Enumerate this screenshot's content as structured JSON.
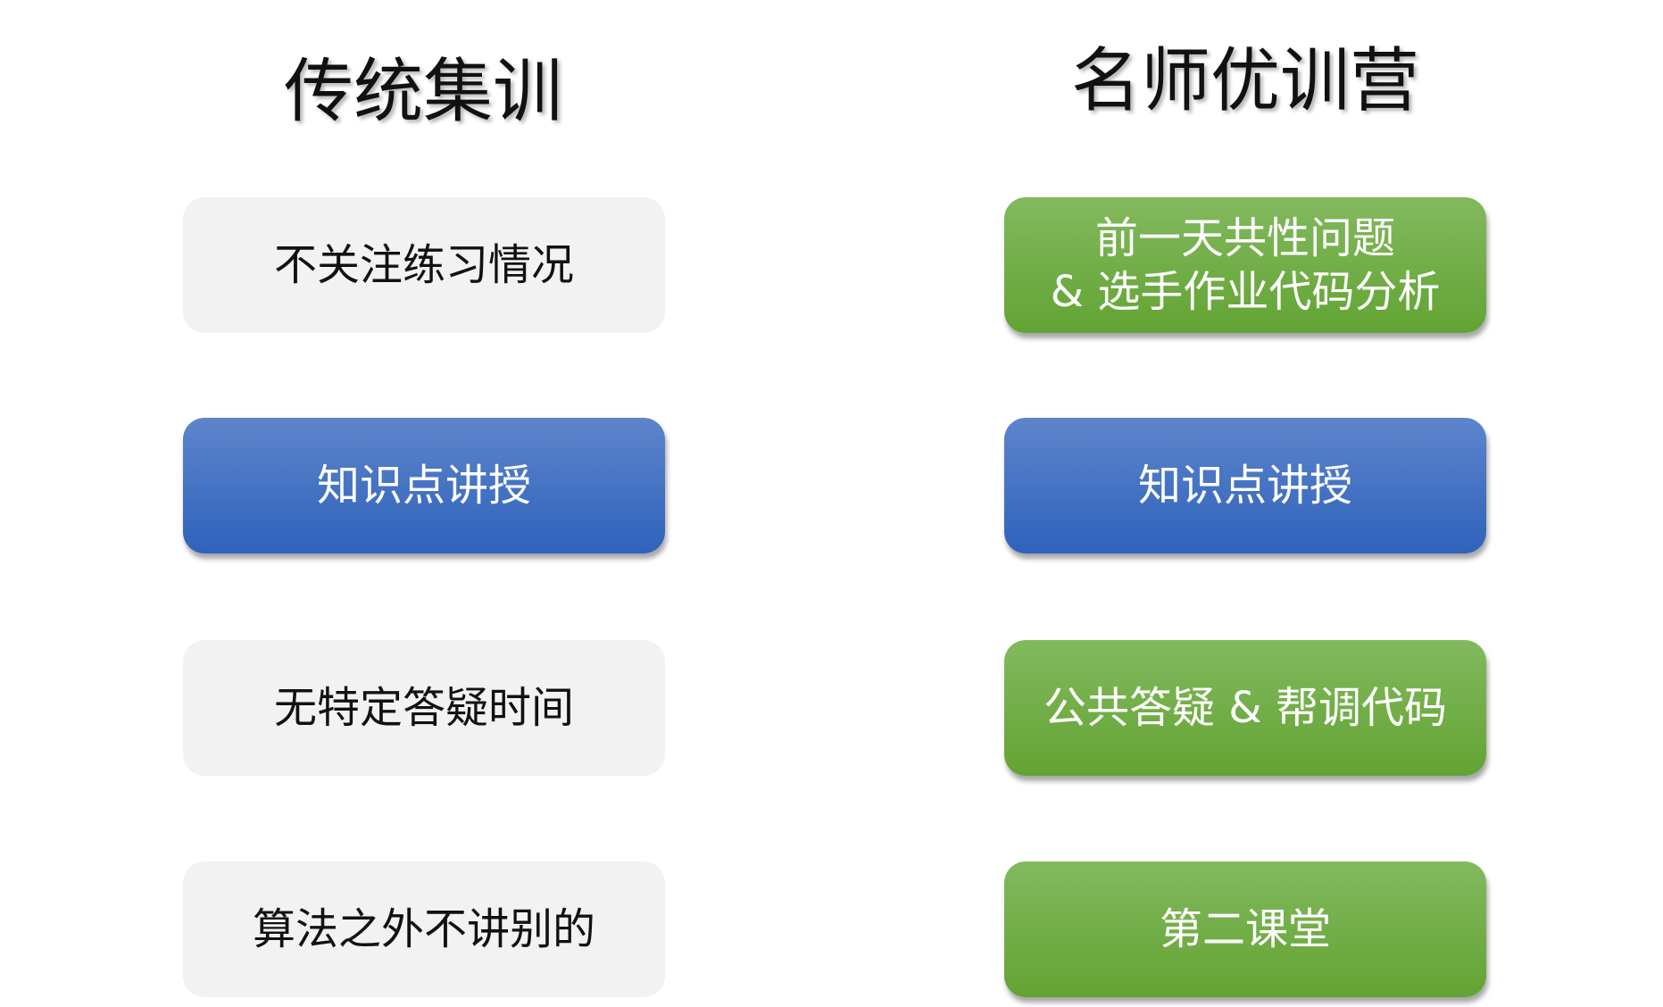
{
  "left": {
    "title": "传统集训",
    "items": [
      "不关注练习情况",
      "知识点讲授",
      "无特定答疑时间",
      "算法之外不讲别的"
    ]
  },
  "right": {
    "title": "名师优训营",
    "items": [
      "前一天共性问题\n& 选手作业代码分析",
      "知识点讲授",
      "公共答疑 & 帮调代码",
      "第二课堂"
    ]
  },
  "colors": {
    "gray": "#f2f2f2",
    "blue": "#3a6cc2",
    "green": "#6fae45"
  }
}
